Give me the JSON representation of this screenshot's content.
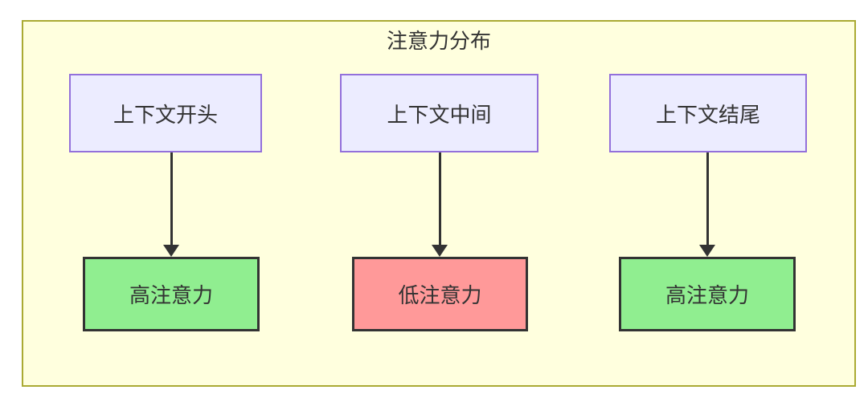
{
  "diagram": {
    "type": "flowchart",
    "title": "注意力分布",
    "columns": [
      {
        "source": "上下文开头",
        "target": "高注意力",
        "level": "high"
      },
      {
        "source": "上下文中间",
        "target": "低注意力",
        "level": "low"
      },
      {
        "source": "上下文结尾",
        "target": "高注意力",
        "level": "high"
      }
    ],
    "colors": {
      "container_bg": "#ffffde",
      "container_border": "#aaaa33",
      "source_node_bg": "#ececff",
      "source_node_border": "#9370db",
      "high_attention_bg": "#90ee90",
      "low_attention_bg": "#ff9999",
      "target_node_border": "#333333",
      "edge_color": "#333333",
      "text_color": "#333333"
    }
  }
}
